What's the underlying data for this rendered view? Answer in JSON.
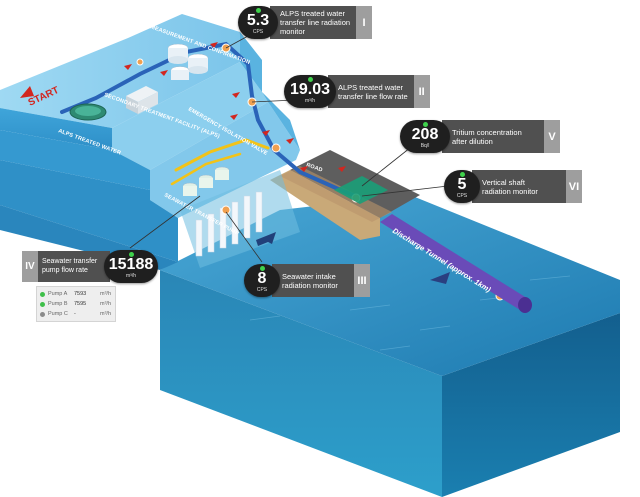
{
  "title": "Outline of the ALPS treated water discharge system",
  "monitors": [
    {
      "roman": "I",
      "value": "5.3",
      "unit": "CPS",
      "label_line1": "ALPS treated water",
      "label_line2": "transfer line radiation",
      "label_line3": "monitor"
    },
    {
      "roman": "II",
      "value": "19.03",
      "unit": "m³/h",
      "label_line1": "ALPS treated water",
      "label_line2": "transfer line flow rate",
      "label_line3": ""
    },
    {
      "roman": "III",
      "value": "8",
      "unit": "CPS",
      "label_line1": "Seawater intake",
      "label_line2": "radiation monitor",
      "label_line3": ""
    },
    {
      "roman": "IV",
      "value": "15188",
      "unit": "m³/h",
      "label_line1": "Seawater transfer",
      "label_line2": "pump flow rate",
      "label_line3": ""
    },
    {
      "roman": "V",
      "value": "208",
      "unit": "Bq/l",
      "label_line1": "Tritium concentration",
      "label_line2": "after dilution",
      "label_line3": ""
    },
    {
      "roman": "VI",
      "value": "5",
      "unit": "CPS",
      "label_line1": "Vertical shaft",
      "label_line2": "radiation monitor",
      "label_line3": ""
    }
  ],
  "pumps": [
    {
      "name": "Pump A",
      "value": "7593",
      "unit": "m³/h",
      "status_color": "#3fbf4a"
    },
    {
      "name": "Pump B",
      "value": "7595",
      "unit": "m³/h",
      "status_color": "#3fbf4a"
    },
    {
      "name": "Pump C",
      "value": "-",
      "unit": "m³/h",
      "status_color": "#8a8a8a"
    }
  ],
  "diagram": {
    "start": "START",
    "alps_treated_water": "ALPS TREATED WATER",
    "secondary_treatment": "SECONDARY TREATMENT FACILITY (ALPS)",
    "measurement": "MEASUREMENT AND CONFIRMATION",
    "emergency_valve": "EMERGENCY ISOLATION VALVE",
    "seawater_pump": "SEAWATER TRANSFER PUMP",
    "road": "ROAD",
    "discharge_tunnel": "Discharge Tunnel (approx. 1km)"
  },
  "colors": {
    "ocean_top": "#2b8ec1",
    "ocean_side": "#1f6fa0",
    "land_top": "#8fd0ef",
    "land_side": "#3a9bd3",
    "pipe": "#2a63b8",
    "tunnel": "#6a4bb8",
    "pipe_yellow": "#f2c318",
    "badge_bg": "#1f1f1f",
    "desc_bg": "#505050",
    "roman_bg": "#9e9e9e"
  }
}
